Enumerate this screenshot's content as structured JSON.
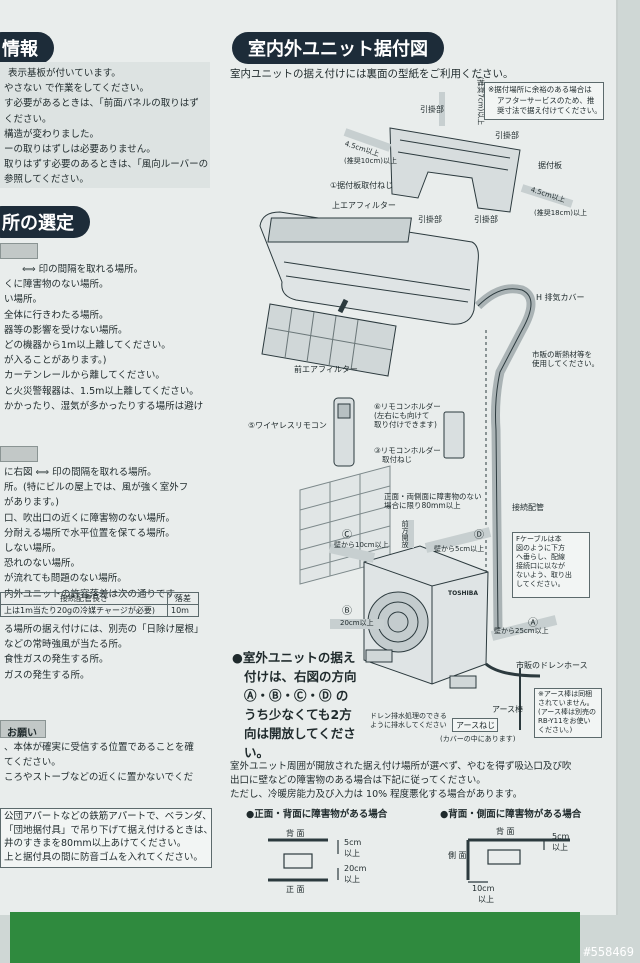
{
  "left": {
    "section1_title": "情報",
    "section1_lines": [
      "表示基板が付いています。",
      "やさない で作業をしてください。",
      "す必要があるときは、「前面パネルの取りはず",
      "ください。",
      "構造が変わりました。",
      "ーの取りはずしは必要ありません。",
      "取りはずす必要のあるときは、「風向ルーバーの",
      "参照してください。"
    ],
    "section2_title": "所の選定",
    "indoor_lines": [
      "⟺ 印の間隔を取れる場所。",
      "くに障害物のない場所。",
      "",
      "い場所。",
      "全体に行きわたる場所。",
      "器等の影響を受けない場所。",
      "どの機器から1m以上離してください。",
      "が入ることがあります。)",
      "カーテンレールから離してください。",
      "と火災警報器は、1.5m以上離してください。",
      "かかったり、湿気が多かったりする場所は避け"
    ],
    "outdoor_lines": [
      "に右図 ⟺ 印の間隔を取れる場所。",
      "所。(特にビルの屋上では、風が強く室外フ",
      "があります。)",
      "口、吹出口の近くに障害物のない場所。",
      "分耐える場所で水平位置を保てる場所。",
      "しない場所。",
      "恐れのない場所。",
      "が流れても問題のない場所。",
      "内外ユニットの許容落差は次の通りです。"
    ],
    "pipe_table": {
      "header": [
        "接続配管長さ",
        "落差"
      ],
      "row": [
        "上は1m当たり20gの冷媒チャージが必要)",
        "10m"
      ]
    },
    "after_table_lines": [
      "る場所の据え付けには、別売の「日除け屋根」",
      "",
      "などの常時強風が当たる所。",
      "食性ガスの発生する所。",
      "ガスの発生する所。"
    ],
    "request_title": "お願い",
    "request_lines": [
      "、本体が確実に受信する位置であることを確",
      "てください。",
      "ころやストーブなどの近くに置かないでくだ"
    ],
    "box_lines": [
      "公団アパートなどの鉄筋アパートで、ベランダ、",
      "「団地据付具」で吊り下げて据え付けるときは、",
      "井のすきまを80mm以上あけてください。",
      "上と据付具の間に防音ゴムを入れてください。"
    ]
  },
  "right": {
    "title": "室内外ユニット据付図",
    "subtitle": "室内ユニットの据え付けには裏面の型紙をご利用ください。",
    "top_note": [
      "※据付場所に余裕のある場合は",
      "アフターサービスのため、推",
      "奨寸法で据え付けてください。"
    ],
    "labels": {
      "hikikake1": "引掛部",
      "hikikake2": "引掛部",
      "hikikake3": "引掛部",
      "hikikake4": "引掛部",
      "suetsukeban": "据付板",
      "suetsukeban_screw": "①据付板取付ねじ",
      "top_gap": "(推奨7cm)以上",
      "left_gap": "4.5cm以上",
      "left_gap_rec": "(推奨10cm)以上",
      "right_gap": "4.5cm以上",
      "right_gap_rec": "(推奨18cm)以上",
      "upper_filter": "上エアフィルター",
      "front_filter": "前エアフィルター",
      "h_cover": "H 排気カバー",
      "insulation": [
        "市販の断熱材等を",
        "使用してください。"
      ],
      "remote": "⑤ワイヤレスリモコン",
      "holder": [
        "⑥リモコンホルダー",
        "(左右にも向けて",
        "取り付けできます)"
      ],
      "holder_screw": [
        "③リモコンホルダー",
        "取付ねじ"
      ],
      "obstacle_note": [
        "正面・両側面に障害物のない",
        "場合に限り80mm以上"
      ],
      "pipe_label": "接続配管",
      "fcable": [
        "Fケーブルは本",
        "図のように下方",
        "へ垂らし、配線",
        "接続口に以なが",
        "ないよう、取り出",
        "してください。"
      ],
      "gap_c": "壁から10cm以上",
      "gap_d": "壁から5cm以上",
      "gap_a": "壁から25cm以上",
      "gap_b": "20cm以上",
      "open_front": "前方開放",
      "mark_a": "Ⓐ",
      "mark_b": "Ⓑ",
      "mark_c": "Ⓒ",
      "mark_d": "Ⓓ",
      "drain_hose": "市販のドレンホース",
      "earth_note": [
        "※アース棒は同梱",
        "されていません。",
        "(アース棒は別売の",
        "RB-Y11をお使い",
        "ください。)"
      ],
      "earth_rod": "アース棒",
      "drain_note": [
        "ドレン排水処理のできる",
        "ように排水してください"
      ],
      "earth_screw": "アースねじ",
      "earth_screw_note": "(カバーの中にあります)",
      "brand": "TOSHIBA"
    },
    "outdoor_bullet": [
      "●室外ユニットの据え",
      "付けは、右図の方向",
      "Ⓐ・Ⓑ・Ⓒ・Ⓓ の",
      "うち少なくても2方",
      "向は開放してくださ",
      "い。"
    ],
    "body_text": [
      "室外ユニット周囲が開放された据え付け場所が選べず、やむを得ず吸込口及び吹",
      "出口に壁などの障害物のある場合は下記に従ってください。",
      "ただし、冷暖房能力及び入力は 10% 程度悪化する場合があります。"
    ],
    "case1": {
      "title": "●正面・背面に障害物がある場合",
      "back": "背 面",
      "front": "正 面",
      "dim1": "5cm",
      "dim1b": "以上",
      "dim2": "20cm",
      "dim2b": "以上"
    },
    "case2": {
      "title": "●背面・側面に障害物がある場合",
      "back": "背 面",
      "side": "側 面",
      "dim1": "5cm",
      "dim1b": "以上",
      "dim2": "10cm",
      "dim2b": "以上"
    }
  },
  "watermark": "#558469"
}
